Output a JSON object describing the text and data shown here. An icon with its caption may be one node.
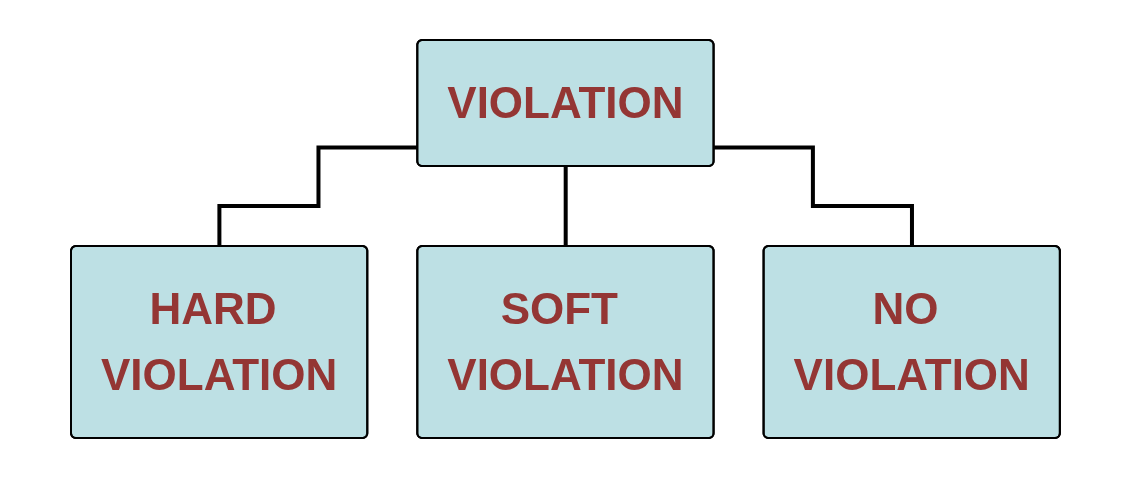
{
  "diagram": {
    "nodes": [
      {
        "text": [
          "VIOLATION"
        ]
      },
      {
        "text": [
          "HARD VIOLATION"
        ]
      },
      {
        "text": [
          "SOFT VIOLATION"
        ]
      },
      {
        "text": [
          "NO VIOLATION"
        ]
      }
    ],
    "edges": [
      {
        "from": 0,
        "to": 1,
        "arrow": "none"
      },
      {
        "from": 0,
        "to": 2,
        "arrow": "none"
      },
      {
        "from": 0,
        "to": 3,
        "arrow": "none"
      }
    ]
  }
}
